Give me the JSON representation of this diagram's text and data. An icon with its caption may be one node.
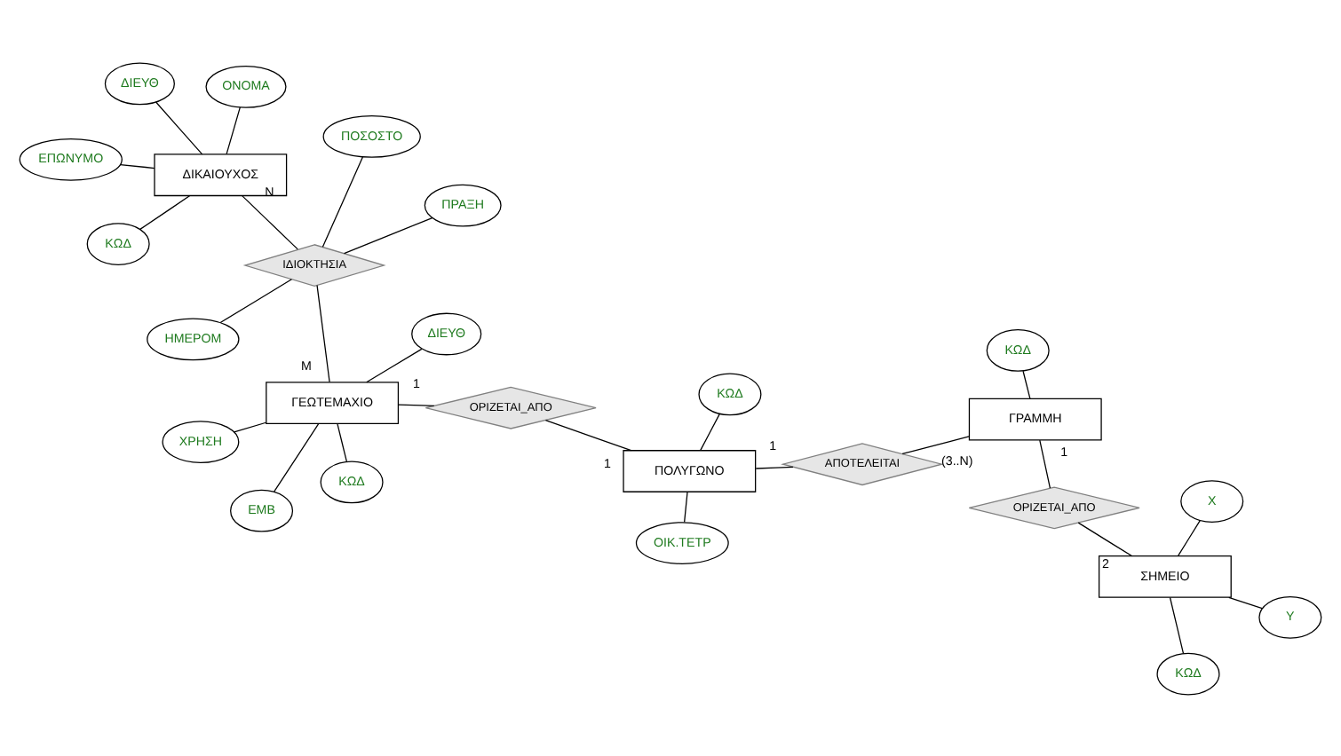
{
  "diagram": {
    "nodes": [
      {
        "text": [
          "ΓΕΩΤΕΜΑΧΙΟ"
        ]
      },
      {
        "text": [
          "ΚΩΔ"
        ]
      },
      {
        "text": [
          "ΔΙΕΥΘ"
        ]
      },
      {
        "text": [
          "ΕΜΒ"
        ]
      },
      {
        "text": [
          "ΧΡΗΣΗ"
        ]
      },
      {
        "text": [
          "ΟΡΙΖΕΤΑΙ_ΑΠΟ"
        ]
      },
      {
        "text": [
          "ΠΟΛΥΓΩΝΟ"
        ]
      },
      {
        "text": [
          "ΚΩΔ"
        ]
      },
      {
        "text": [
          "ΟΙΚ.ΤΕΤΡ"
        ]
      },
      {
        "text": [
          "ΑΠΟΤΕΛΕΙΤΑΙ"
        ]
      },
      {
        "text": [
          "ΓΡΑΜΜΗ"
        ]
      },
      {
        "text": [
          "ΚΩΔ"
        ]
      },
      {
        "text": [
          "ΟΡΙΖΕΤΑΙ_ΑΠΟ"
        ]
      },
      {
        "text": [
          "ΣΗΜΕΙΟ"
        ]
      },
      {
        "text": [
          "ΚΩΔ"
        ]
      },
      {
        "text": [
          "Χ"
        ]
      },
      {
        "text": [
          "Υ"
        ]
      },
      {
        "text": [
          "ΙΔΙΟΚΤΗΣΙΑ"
        ]
      },
      {
        "text": [
          "ΠΟΣΟΣΤΟ"
        ]
      },
      {
        "text": [
          "ΗΜΕΡΟΜ"
        ]
      },
      {
        "text": [
          "ΠΡΑΞΗ"
        ]
      },
      {
        "text": [
          "ΔΙΚΑΙΟΥΧΟΣ"
        ]
      },
      {
        "text": [
          "ΚΩΔ"
        ]
      },
      {
        "text": [
          "ΕΠΩΝΥΜΟ"
        ]
      },
      {
        "text": [
          "ΟΝΟΜΑ"
        ]
      },
      {
        "text": [
          "ΔΙΕΥΘ"
        ]
      }
    ],
    "edges": [
      {
        "from": 1,
        "to": 0,
        "arrow": "none"
      },
      {
        "from": 2,
        "to": 0,
        "arrow": "none"
      },
      {
        "from": 3,
        "to": 0,
        "arrow": "none"
      },
      {
        "from": 4,
        "to": 0,
        "arrow": "none"
      },
      {
        "from": 5,
        "to": 0,
        "arrow": "none",
        "label": "1"
      },
      {
        "from": 5,
        "to": 6,
        "arrow": "none",
        "label": "1"
      },
      {
        "from": 6,
        "to": 7,
        "arrow": "none"
      },
      {
        "from": 6,
        "to": 8,
        "arrow": "none"
      },
      {
        "from": 9,
        "to": 6,
        "arrow": "none",
        "label": "1"
      },
      {
        "from": 9,
        "to": 10,
        "arrow": "none",
        "label": "(3..N)"
      },
      {
        "from": 11,
        "to": 10,
        "arrow": "none"
      },
      {
        "from": 12,
        "to": 10,
        "arrow": "none",
        "label": "1"
      },
      {
        "from": 12,
        "to": 13,
        "arrow": "none",
        "label": "2"
      },
      {
        "from": 14,
        "to": 13,
        "arrow": "none"
      },
      {
        "from": 15,
        "to": 13,
        "arrow": "none"
      },
      {
        "from": 16,
        "to": 13,
        "arrow": "none"
      },
      {
        "from": 17,
        "to": 0,
        "arrow": "none",
        "label": "M"
      },
      {
        "from": 17,
        "to": 18,
        "arrow": "none"
      },
      {
        "from": 17,
        "to": 19,
        "arrow": "none"
      },
      {
        "from": 17,
        "to": 20,
        "arrow": "none"
      },
      {
        "from": 17,
        "to": 21,
        "arrow": "none",
        "label": "N"
      },
      {
        "from": 21,
        "to": 22,
        "arrow": "none"
      },
      {
        "from": 21,
        "to": 23,
        "arrow": "none"
      },
      {
        "from": 21,
        "to": 24,
        "arrow": "none"
      },
      {
        "from": 21,
        "to": 25,
        "arrow": "none"
      }
    ]
  }
}
